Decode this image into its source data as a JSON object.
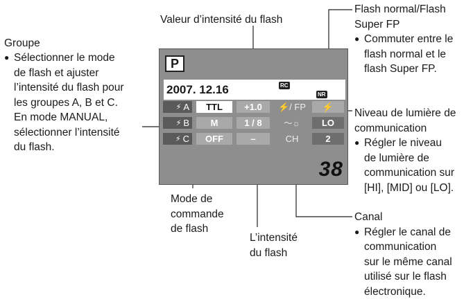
{
  "groupe": {
    "title": "Groupe",
    "lines": [
      "Sélectionner le mode",
      "de flash et ajuster",
      "l’intensité du flash pour",
      "les groupes A, B et C.",
      "En mode MANUAL,",
      "sélectionner l’intensité",
      "du flash."
    ]
  },
  "valeur_label": "Valeur d’intensité du flash",
  "flash_normal": {
    "title_lines": [
      "Flash normal/Flash",
      "Super FP"
    ],
    "lines": [
      "Commuter entre le",
      "flash normal et le",
      "flash Super FP."
    ]
  },
  "niveau": {
    "title_lines": [
      "Niveau de lumière de",
      "communication"
    ],
    "lines": [
      "Régler le niveau",
      "de lumière de",
      "communication sur",
      "[HI], [MID] ou [LO]."
    ]
  },
  "canal": {
    "title": "Canal",
    "lines": [
      "Régler le canal de",
      "communication",
      "sur le même canal",
      "utilisé sur le flash",
      "électronique."
    ]
  },
  "mode_label": [
    "Mode de",
    "commande",
    "de flash"
  ],
  "intensite_label": [
    "L’intensité",
    "du flash"
  ],
  "lcd": {
    "mode": "P",
    "date": "2007. 12.16",
    "badge_rc": "RC",
    "badge_nr": "NR",
    "groups": [
      "A",
      "B",
      "C"
    ],
    "modes": [
      "TTL",
      "M",
      "OFF"
    ],
    "values": [
      "+1.0",
      "1 / 8",
      "–"
    ],
    "fp_label": "⚡/ FP",
    "fp_value": "⚡",
    "level_value": "LO",
    "ch_label": "CH",
    "ch_value": "2",
    "shots": "38",
    "level_icon": "comm-light-icon"
  }
}
